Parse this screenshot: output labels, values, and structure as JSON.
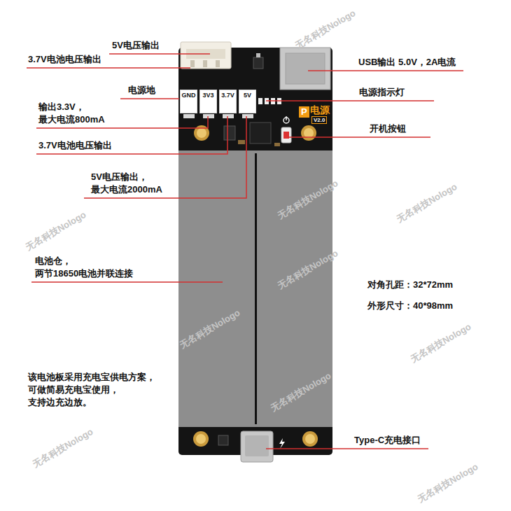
{
  "diagram": {
    "nodes": [
      {
        "text": [
          "P",
          "电源",
          "V2.0"
        ]
      },
      {
        "text": [
          "GND"
        ],
        "in": 0
      },
      {
        "text": [
          "3V3"
        ],
        "in": 0
      },
      {
        "text": [
          "3.7V"
        ],
        "in": 0
      },
      {
        "text": [
          "5V"
        ],
        "in": 0
      }
    ],
    "labels": [
      "5V电压输出",
      "3.7V电池电压输出",
      "USB输出 5.0V，2A电流",
      "电源地",
      "输出3.3V， 最大电流800mA",
      "电源指示灯",
      "开机按钮",
      "3.7V电池电压输出",
      "5V电压输出， 最大电流2000mA",
      "电池仓， 两节18650电池并联连接",
      "对角孔距：32*72mm",
      "外形尺寸：40*98mm",
      "该电池板采用充电宝供电方案， 可做简易充电宝使用， 支持边充边放。",
      "Type-C充电接口",
      "无名科技Nologo",
      "无名科技Nologo",
      "无名科技Nologo",
      "无名科技Nologo",
      "无名科技Nologo",
      "无名科技Nologo",
      "无名科技Nologo",
      "无名科技Nologo",
      "无名科技Nologo",
      "无名科技Nologo"
    ]
  }
}
